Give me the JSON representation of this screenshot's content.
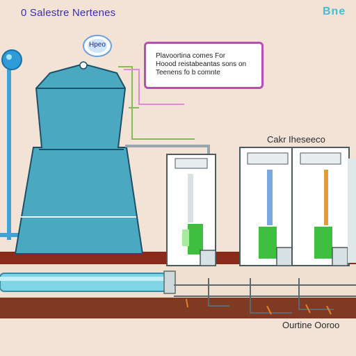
{
  "header": {
    "title_left": "0 Salestre Nertenes",
    "title_right": "Bne"
  },
  "bubble": {
    "label": "Hpeo"
  },
  "callout": {
    "lines": [
      "Plavoortina comes For",
      "Hoood reistabeantas sons on",
      "Teenens fo b comnte"
    ]
  },
  "labels": {
    "right_unit": "Cakr Iheseeco",
    "bottom": "Ourtine Ooroo"
  },
  "colors": {
    "background": "#f2e3d6",
    "tank": "#4aa9c0",
    "pipe": "#7fd4e6",
    "callout_border": "#b54fb1",
    "floor": "#8a2a1a",
    "valve": "#3fbf3f"
  }
}
